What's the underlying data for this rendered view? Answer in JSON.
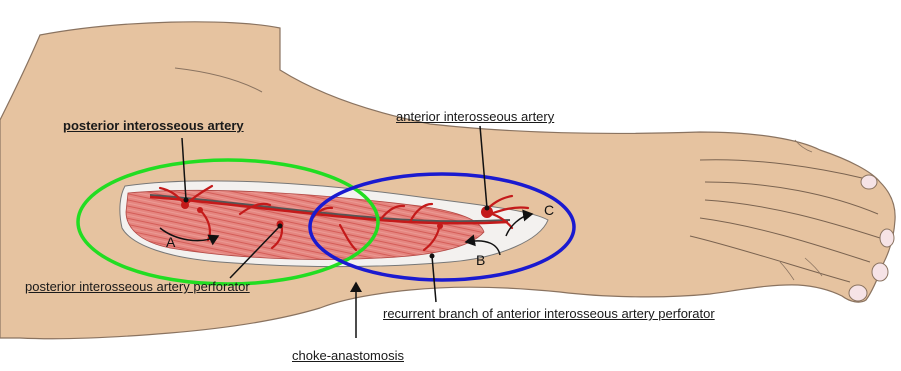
{
  "labels": {
    "posterior_artery": "posterior interosseous artery",
    "posterior_perforator": "posterior interosseous artery perforator",
    "anterior_artery": "anterior interosseous artery",
    "recurrent_branch": "recurrent branch of anterior interosseous artery perforator",
    "choke": "choke-anastomosis"
  },
  "markers": {
    "a": "A",
    "b": "B",
    "c": "C"
  },
  "colors": {
    "skin": "#e6c3a0",
    "skin_outline": "#8a7360",
    "muscle": "#e07670",
    "vessel": "#c41a1a",
    "posterior_ellipse": "#22dd22",
    "anterior_ellipse": "#1a1ad0"
  }
}
